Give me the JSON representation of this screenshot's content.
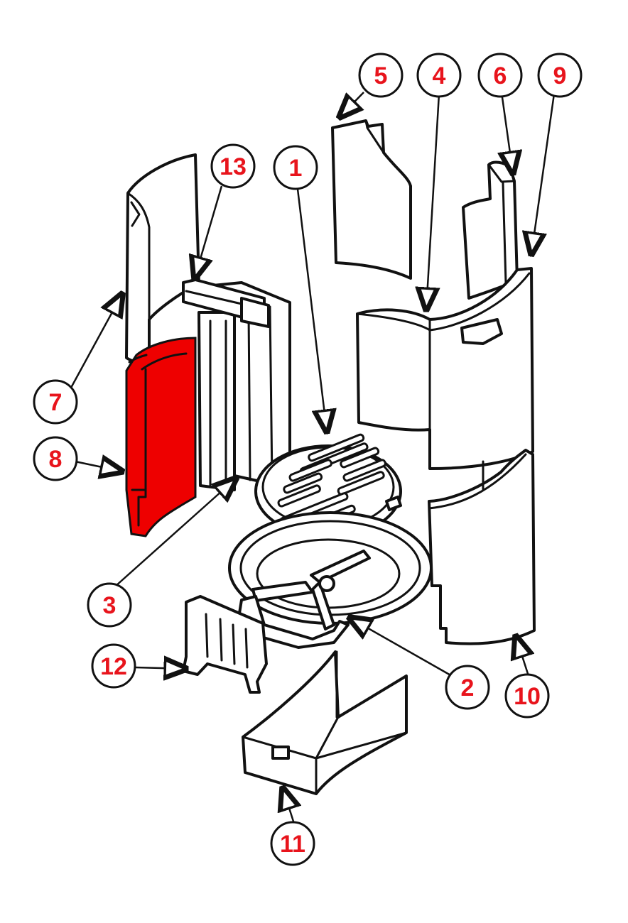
{
  "diagram": {
    "highlight_color": "#ee0000",
    "line_color": "#111111",
    "callout_number_color": "#e8141c",
    "highlighted_part": "8"
  },
  "callouts": [
    {
      "id": "1",
      "label": "1"
    },
    {
      "id": "2",
      "label": "2"
    },
    {
      "id": "3",
      "label": "3"
    },
    {
      "id": "4",
      "label": "4"
    },
    {
      "id": "5",
      "label": "5"
    },
    {
      "id": "6",
      "label": "6"
    },
    {
      "id": "7",
      "label": "7"
    },
    {
      "id": "8",
      "label": "8"
    },
    {
      "id": "9",
      "label": "9"
    },
    {
      "id": "10",
      "label": "10"
    },
    {
      "id": "11",
      "label": "11"
    },
    {
      "id": "12",
      "label": "12"
    },
    {
      "id": "13",
      "label": "13"
    }
  ]
}
